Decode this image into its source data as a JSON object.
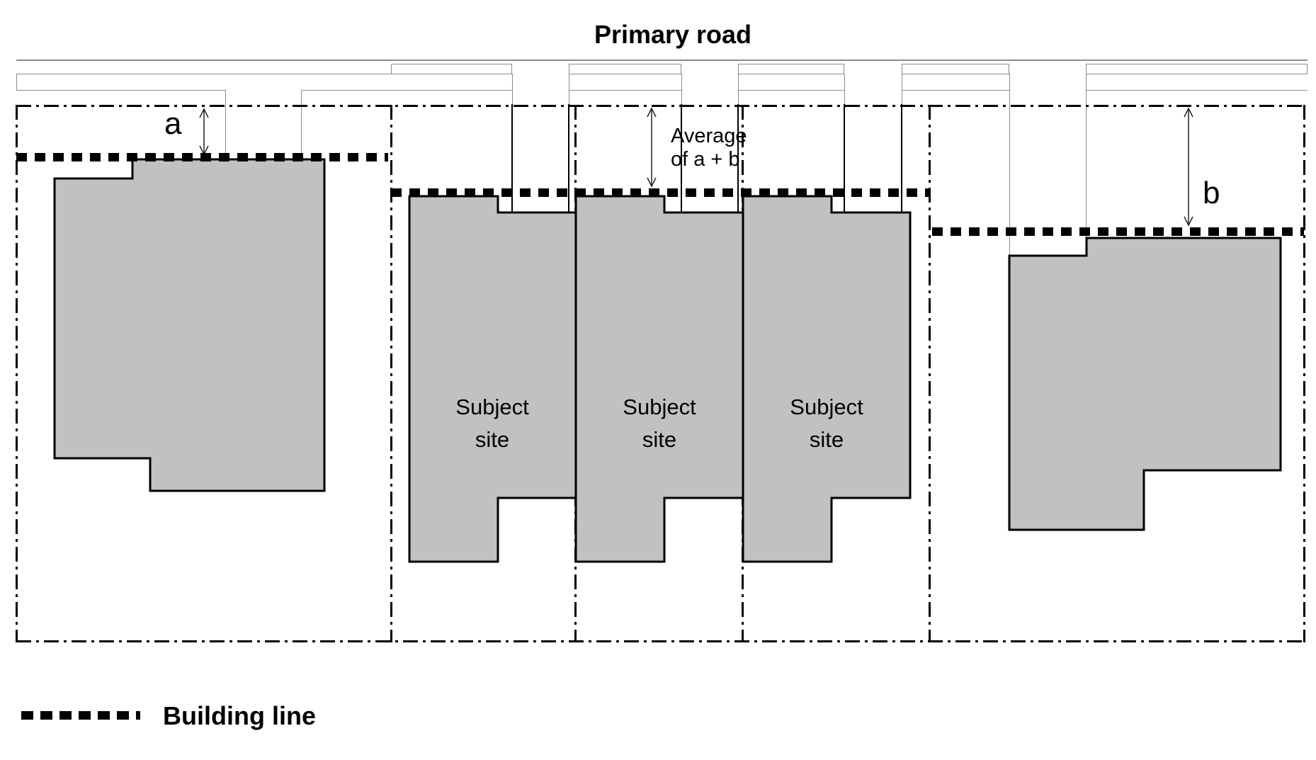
{
  "title": "Primary road",
  "dimension_labels": {
    "a": "a",
    "b": "b",
    "average_line1": "Average",
    "average_line2": "of a + b"
  },
  "site_labels": {
    "line1": "Subject",
    "line2": "site"
  },
  "legend": {
    "building_line_label": "Building line"
  },
  "colors": {
    "building_fill": "#c1c1c1",
    "outline_black": "#000000",
    "road_gray": "#8c8c8c",
    "background": "#ffffff"
  }
}
